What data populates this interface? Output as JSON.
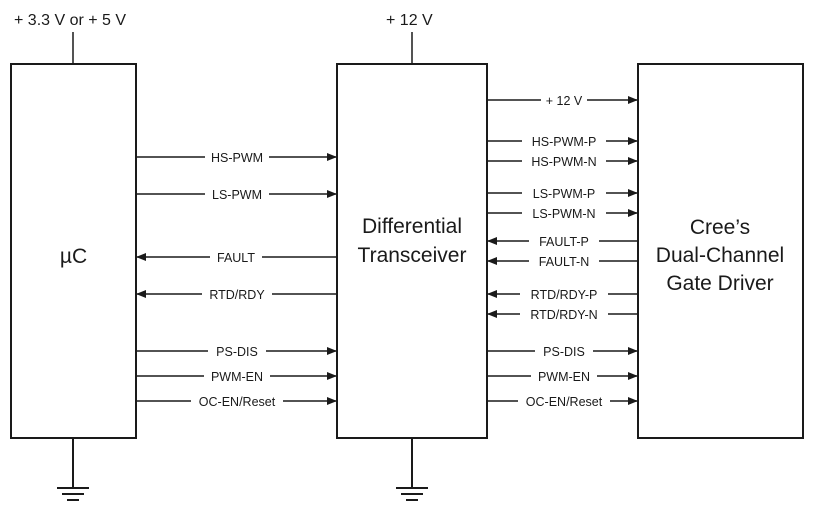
{
  "supplies": {
    "mcu": "+ 3.3 V or + 5 V",
    "transceiver": "+ 12 V"
  },
  "blocks": {
    "mcu": [
      "µC"
    ],
    "transceiver": [
      "Differential",
      "Transceiver"
    ],
    "driver": [
      "Cree’s",
      "Dual-Channel",
      "Gate Driver"
    ]
  },
  "left_signals": [
    {
      "label": "HS-PWM",
      "direction": "right"
    },
    {
      "label": "LS-PWM",
      "direction": "right"
    },
    {
      "label": "FAULT",
      "direction": "left"
    },
    {
      "label": "RTD/RDY",
      "direction": "left"
    },
    {
      "label": "PS-DIS",
      "direction": "right"
    },
    {
      "label": "PWM-EN",
      "direction": "right"
    },
    {
      "label": "OC-EN/Reset",
      "direction": "right"
    }
  ],
  "right_signals": [
    {
      "label": "+ 12 V",
      "direction": "right"
    },
    {
      "label": "HS-PWM-P",
      "direction": "right"
    },
    {
      "label": "HS-PWM-N",
      "direction": "right"
    },
    {
      "label": "LS-PWM-P",
      "direction": "right"
    },
    {
      "label": "LS-PWM-N",
      "direction": "right"
    },
    {
      "label": "FAULT-P",
      "direction": "left"
    },
    {
      "label": "FAULT-N",
      "direction": "left"
    },
    {
      "label": "RTD/RDY-P",
      "direction": "left"
    },
    {
      "label": "RTD/RDY-N",
      "direction": "left"
    },
    {
      "label": "PS-DIS",
      "direction": "right"
    },
    {
      "label": "PWM-EN",
      "direction": "right"
    },
    {
      "label": "OC-EN/Reset",
      "direction": "right"
    }
  ]
}
